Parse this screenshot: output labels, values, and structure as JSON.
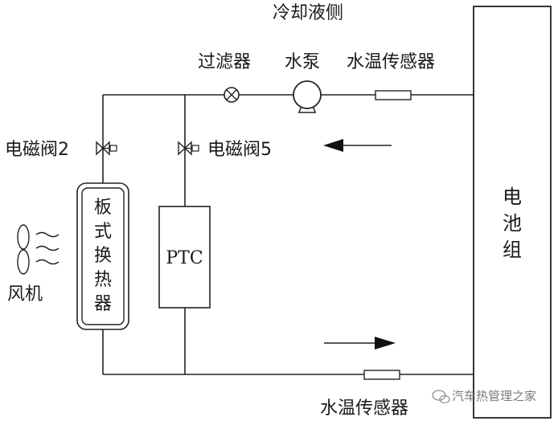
{
  "labels": {
    "coolant_side": "冷却液侧",
    "filter": "过滤器",
    "pump": "水泵",
    "temp_sensor_top": "水温传感器",
    "valve2": "电磁阀2",
    "valve5": "电磁阀5",
    "battery": [
      "电",
      "池",
      "组"
    ],
    "heat_exchanger": [
      "板",
      "式",
      "换",
      "热",
      "器"
    ],
    "ptc": "PTC",
    "fan": "风机",
    "temp_sensor_bottom": "水温传感器"
  },
  "watermark": "汽车热管理之家",
  "colors": {
    "line": "#222222",
    "text": "#1a1a1a",
    "watermark": "#7a7a7a"
  }
}
